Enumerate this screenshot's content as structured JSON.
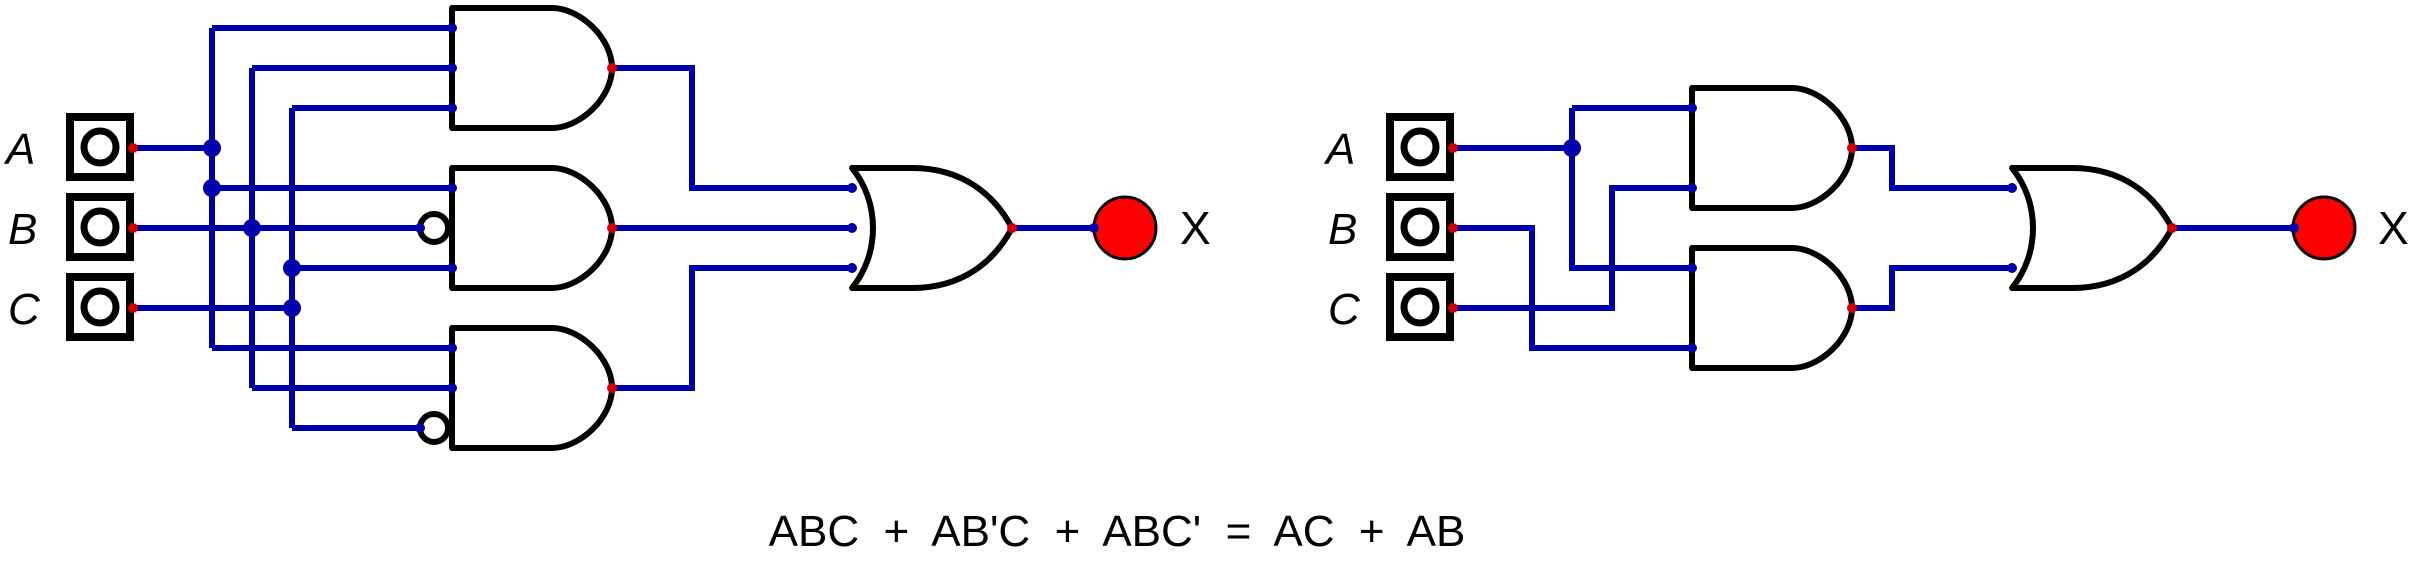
{
  "left_circuit": {
    "inputs": [
      "A",
      "B",
      "C"
    ],
    "output": "X",
    "gates": [
      "AND",
      "AND",
      "AND",
      "OR"
    ]
  },
  "right_circuit": {
    "inputs": [
      "A",
      "B",
      "C"
    ],
    "output": "X",
    "gates": [
      "AND",
      "AND",
      "OR"
    ]
  },
  "equation": "ABC  +  AB'C  +  ABC'  =  AC  +  AB",
  "colors": {
    "wire": "#0000aa",
    "gate_outline": "#000000",
    "output_lamp": "#ff0000",
    "output_pin": "#cc0000"
  },
  "icons": [
    "input-switch-icon",
    "and-gate-icon",
    "or-gate-icon",
    "inverter-bubble-icon",
    "output-lamp-icon"
  ]
}
